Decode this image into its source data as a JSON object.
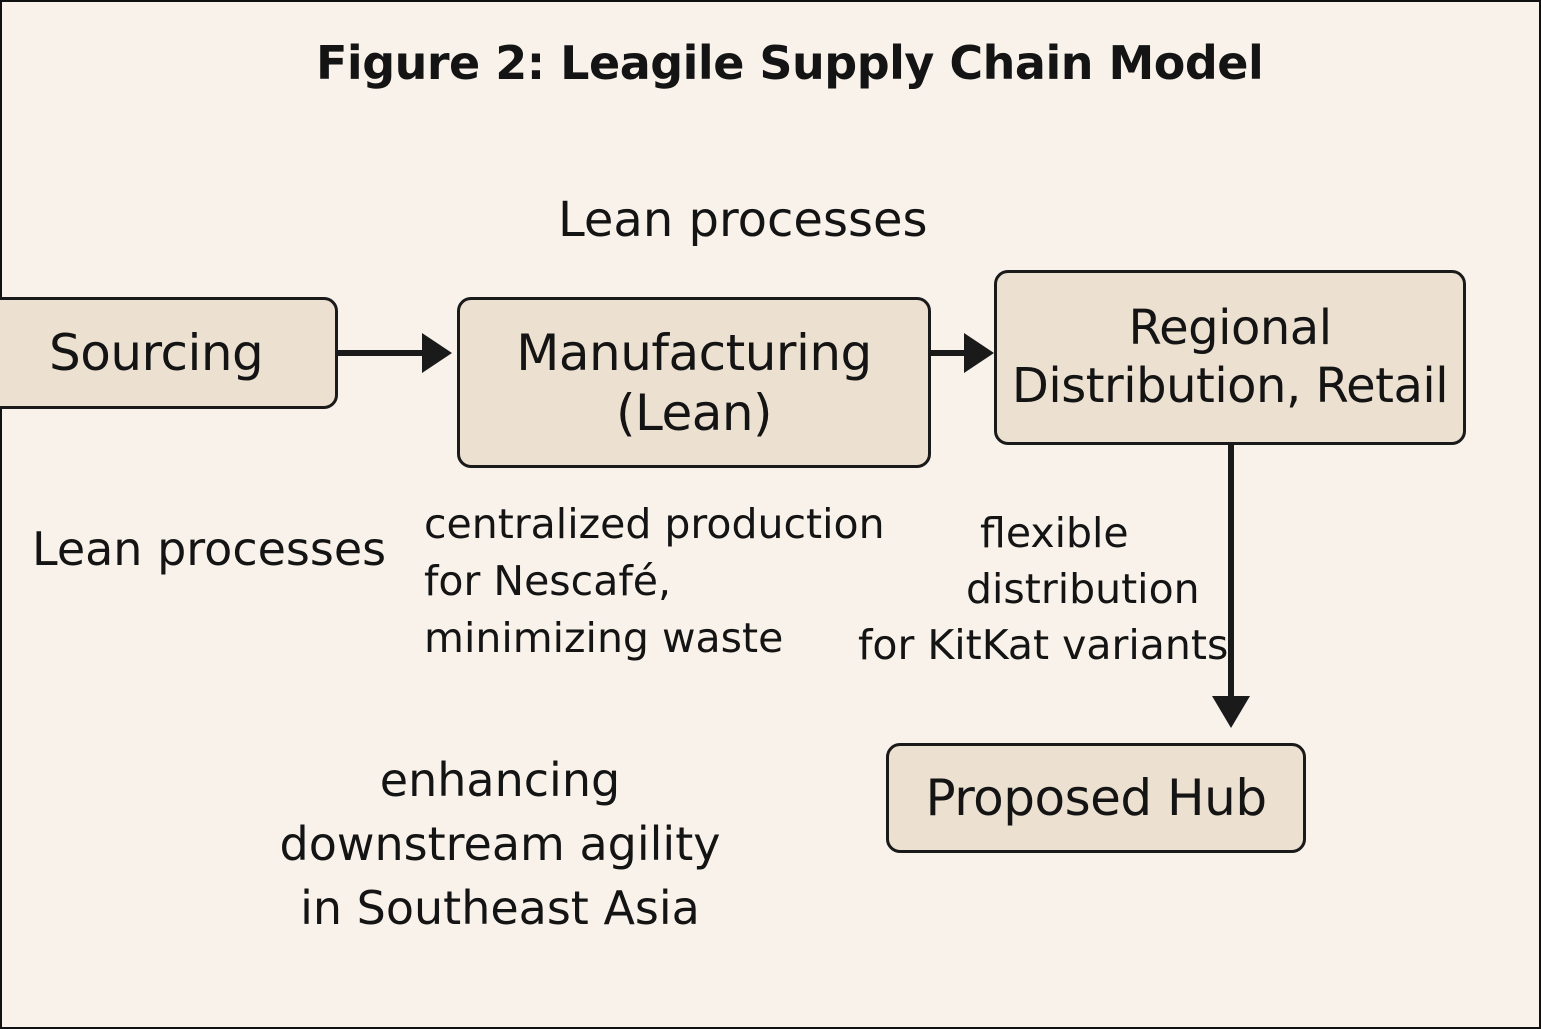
{
  "title": "Figure 2: Leagile Supply Chain Model",
  "labels": {
    "top": "Lean processes",
    "left": "Lean processes",
    "manufacturing_note": [
      "centralized production",
      "for Nescafé,",
      "minimizing waste"
    ],
    "distribution_note": [
      "flexible",
      "distribution",
      "for KitKat variants"
    ],
    "agility_note": [
      "enhancing",
      "downstream agility",
      "in Southeast Asia"
    ]
  },
  "nodes": {
    "sourcing": [
      "Sourcing"
    ],
    "manufacturing": [
      "Manufacturing",
      "(Lean)"
    ],
    "regional": [
      "Regional",
      "Distribution, Retail"
    ],
    "hub": [
      "Proposed Hub"
    ]
  },
  "edges": [
    {
      "from": "sourcing",
      "to": "manufacturing"
    },
    {
      "from": "manufacturing",
      "to": "regional"
    },
    {
      "from": "regional",
      "to": "hub"
    }
  ],
  "colors": {
    "background": "#f8f2ea",
    "box_fill": "#ece0d0",
    "stroke": "#1a1a1a"
  }
}
